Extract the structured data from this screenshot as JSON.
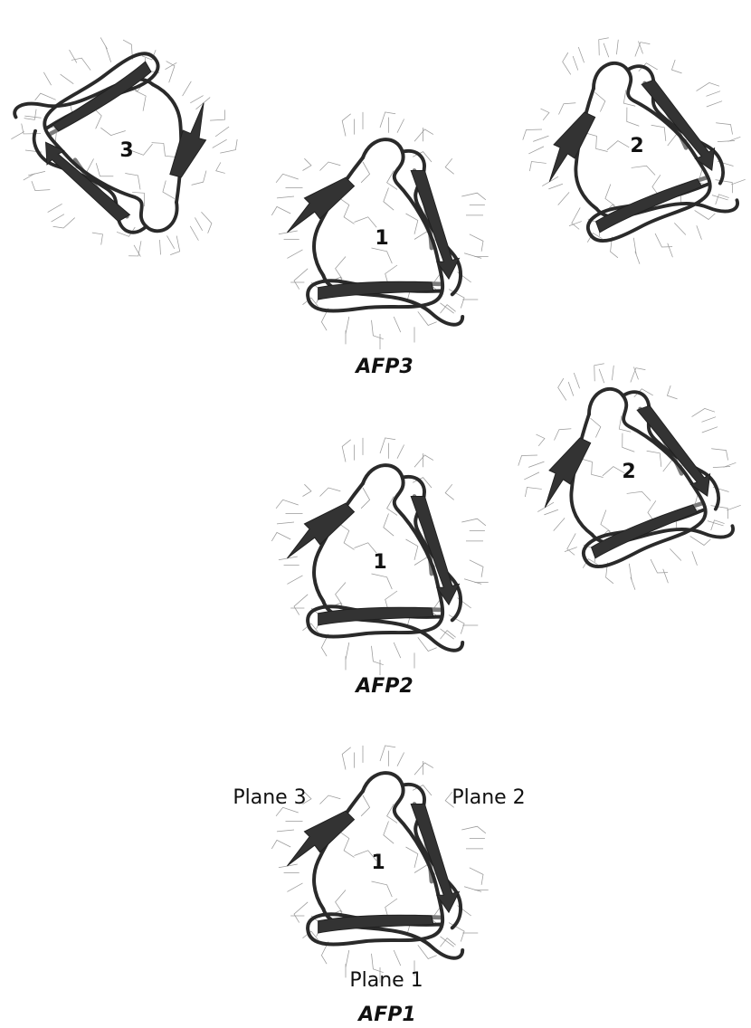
{
  "figure": {
    "structures": [
      {
        "id": "afp3-plane3",
        "label": "3"
      },
      {
        "id": "afp3-plane1",
        "label": "1"
      },
      {
        "id": "afp3-plane2",
        "label": "2"
      },
      {
        "id": "afp2-plane1",
        "label": "1"
      },
      {
        "id": "afp2-plane2",
        "label": "2"
      },
      {
        "id": "afp1-plane1",
        "label": "1"
      }
    ],
    "captions": {
      "afp3": "AFP3",
      "afp2": "AFP2",
      "afp1": "AFP1"
    },
    "planes": {
      "plane1": "Plane 1",
      "plane2": "Plane 2",
      "plane3": "Plane 3"
    }
  }
}
